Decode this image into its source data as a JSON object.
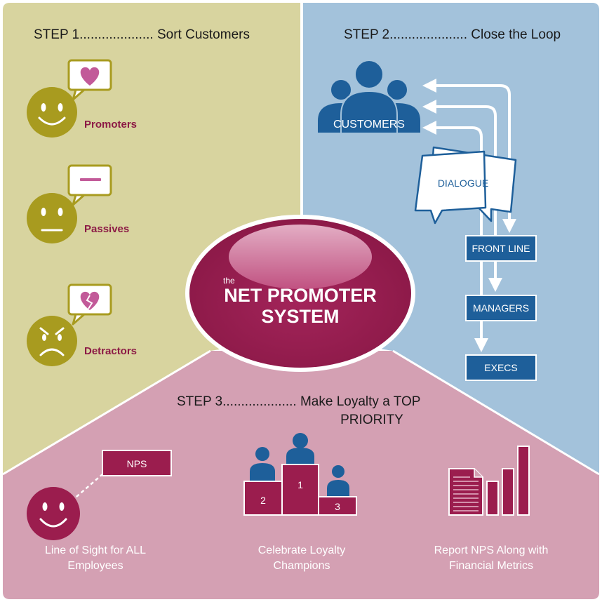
{
  "center": {
    "title_small": "the",
    "title_line1": "NET PROMOTER",
    "title_line2": "SYSTEM"
  },
  "step1": {
    "heading": "STEP 1.................... Sort Customers",
    "categories": [
      {
        "label": "Promoters"
      },
      {
        "label": "Passives"
      },
      {
        "label": "Detractors"
      }
    ]
  },
  "step2": {
    "heading": "STEP 2..................... Close the Loop",
    "customers_label": "CUSTOMERS",
    "dialogue_label": "DIALOGUE",
    "levels": [
      "FRONT LINE",
      "MANAGERS",
      "EXECS"
    ]
  },
  "step3": {
    "heading_line1": "STEP 3.................... Make Loyalty a TOP",
    "heading_line2": "PRIORITY",
    "nps_label": "NPS",
    "podium": [
      "2",
      "1",
      "3"
    ],
    "items": [
      {
        "caption_line1": "Line of Sight for ALL",
        "caption_line2": "Employees"
      },
      {
        "caption_line1": "Celebrate Loyalty",
        "caption_line2": "Champions"
      },
      {
        "caption_line1": "Report NPS Along with",
        "caption_line2": "Financial Metrics"
      }
    ]
  },
  "colors": {
    "step1_bg": "#d8d49f",
    "step2_bg": "#a3c2db",
    "step3_bg": "#d4a0b3",
    "maroon": "#9b1d4e",
    "olive": "#a89b1f",
    "blue": "#1e5f9a"
  }
}
